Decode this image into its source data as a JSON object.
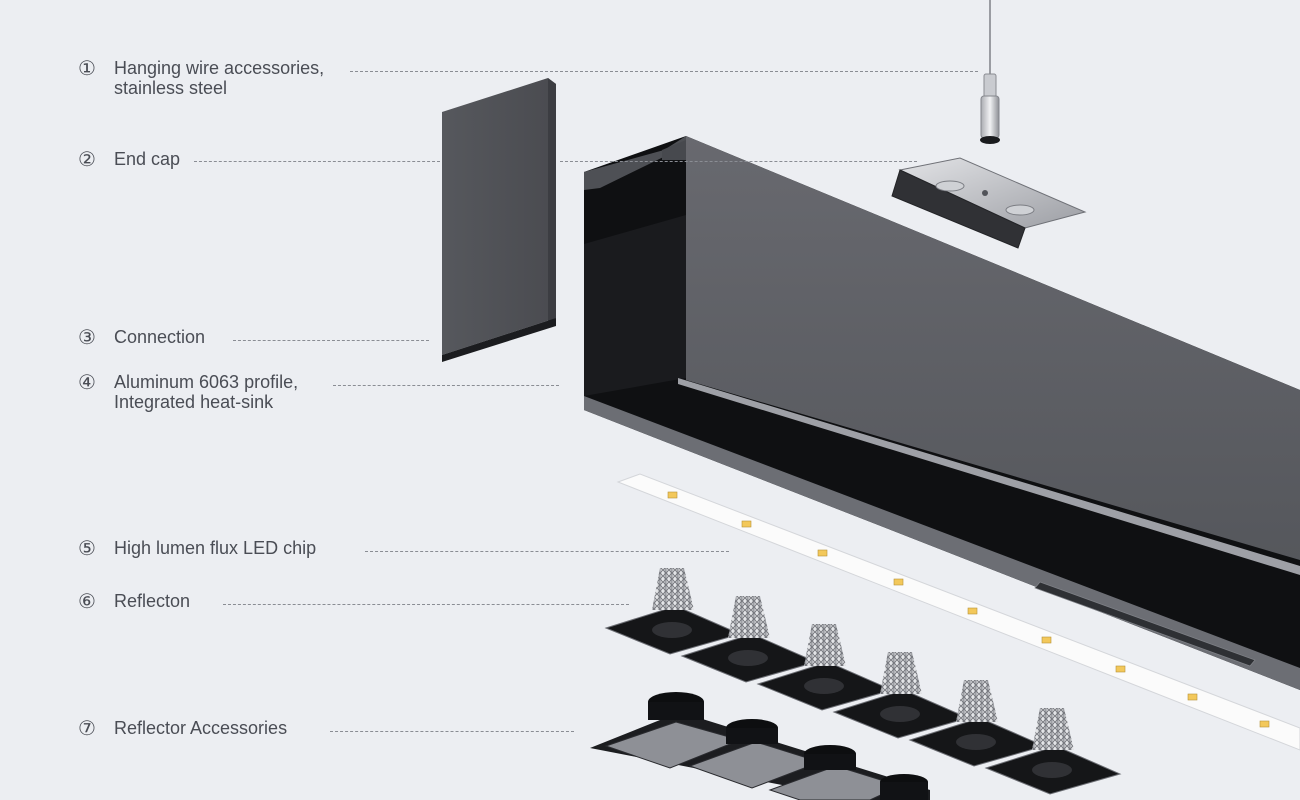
{
  "callouts": [
    {
      "number": "①",
      "line1": "Hanging wire accessories,",
      "line2": "stainless steel"
    },
    {
      "number": "②",
      "line1": "End cap",
      "line2": ""
    },
    {
      "number": "③",
      "line1": "Connection",
      "line2": ""
    },
    {
      "number": "④",
      "line1": "Aluminum 6063 profile,",
      "line2": "Integrated heat-sink"
    },
    {
      "number": "⑤",
      "line1": "High lumen flux LED chip",
      "line2": ""
    },
    {
      "number": "⑥",
      "line1": "Reflecton",
      "line2": ""
    },
    {
      "number": "⑦",
      "line1": "Reflector Accessories",
      "line2": ""
    }
  ],
  "colors": {
    "background": "#eceef2",
    "profile_grey": "#5a5c62",
    "profile_dark": "#111214",
    "strip_white": "#fafafa",
    "led_yellow": "#f3c85a",
    "text": "#4a4d55",
    "leader": "#8a8d94"
  }
}
